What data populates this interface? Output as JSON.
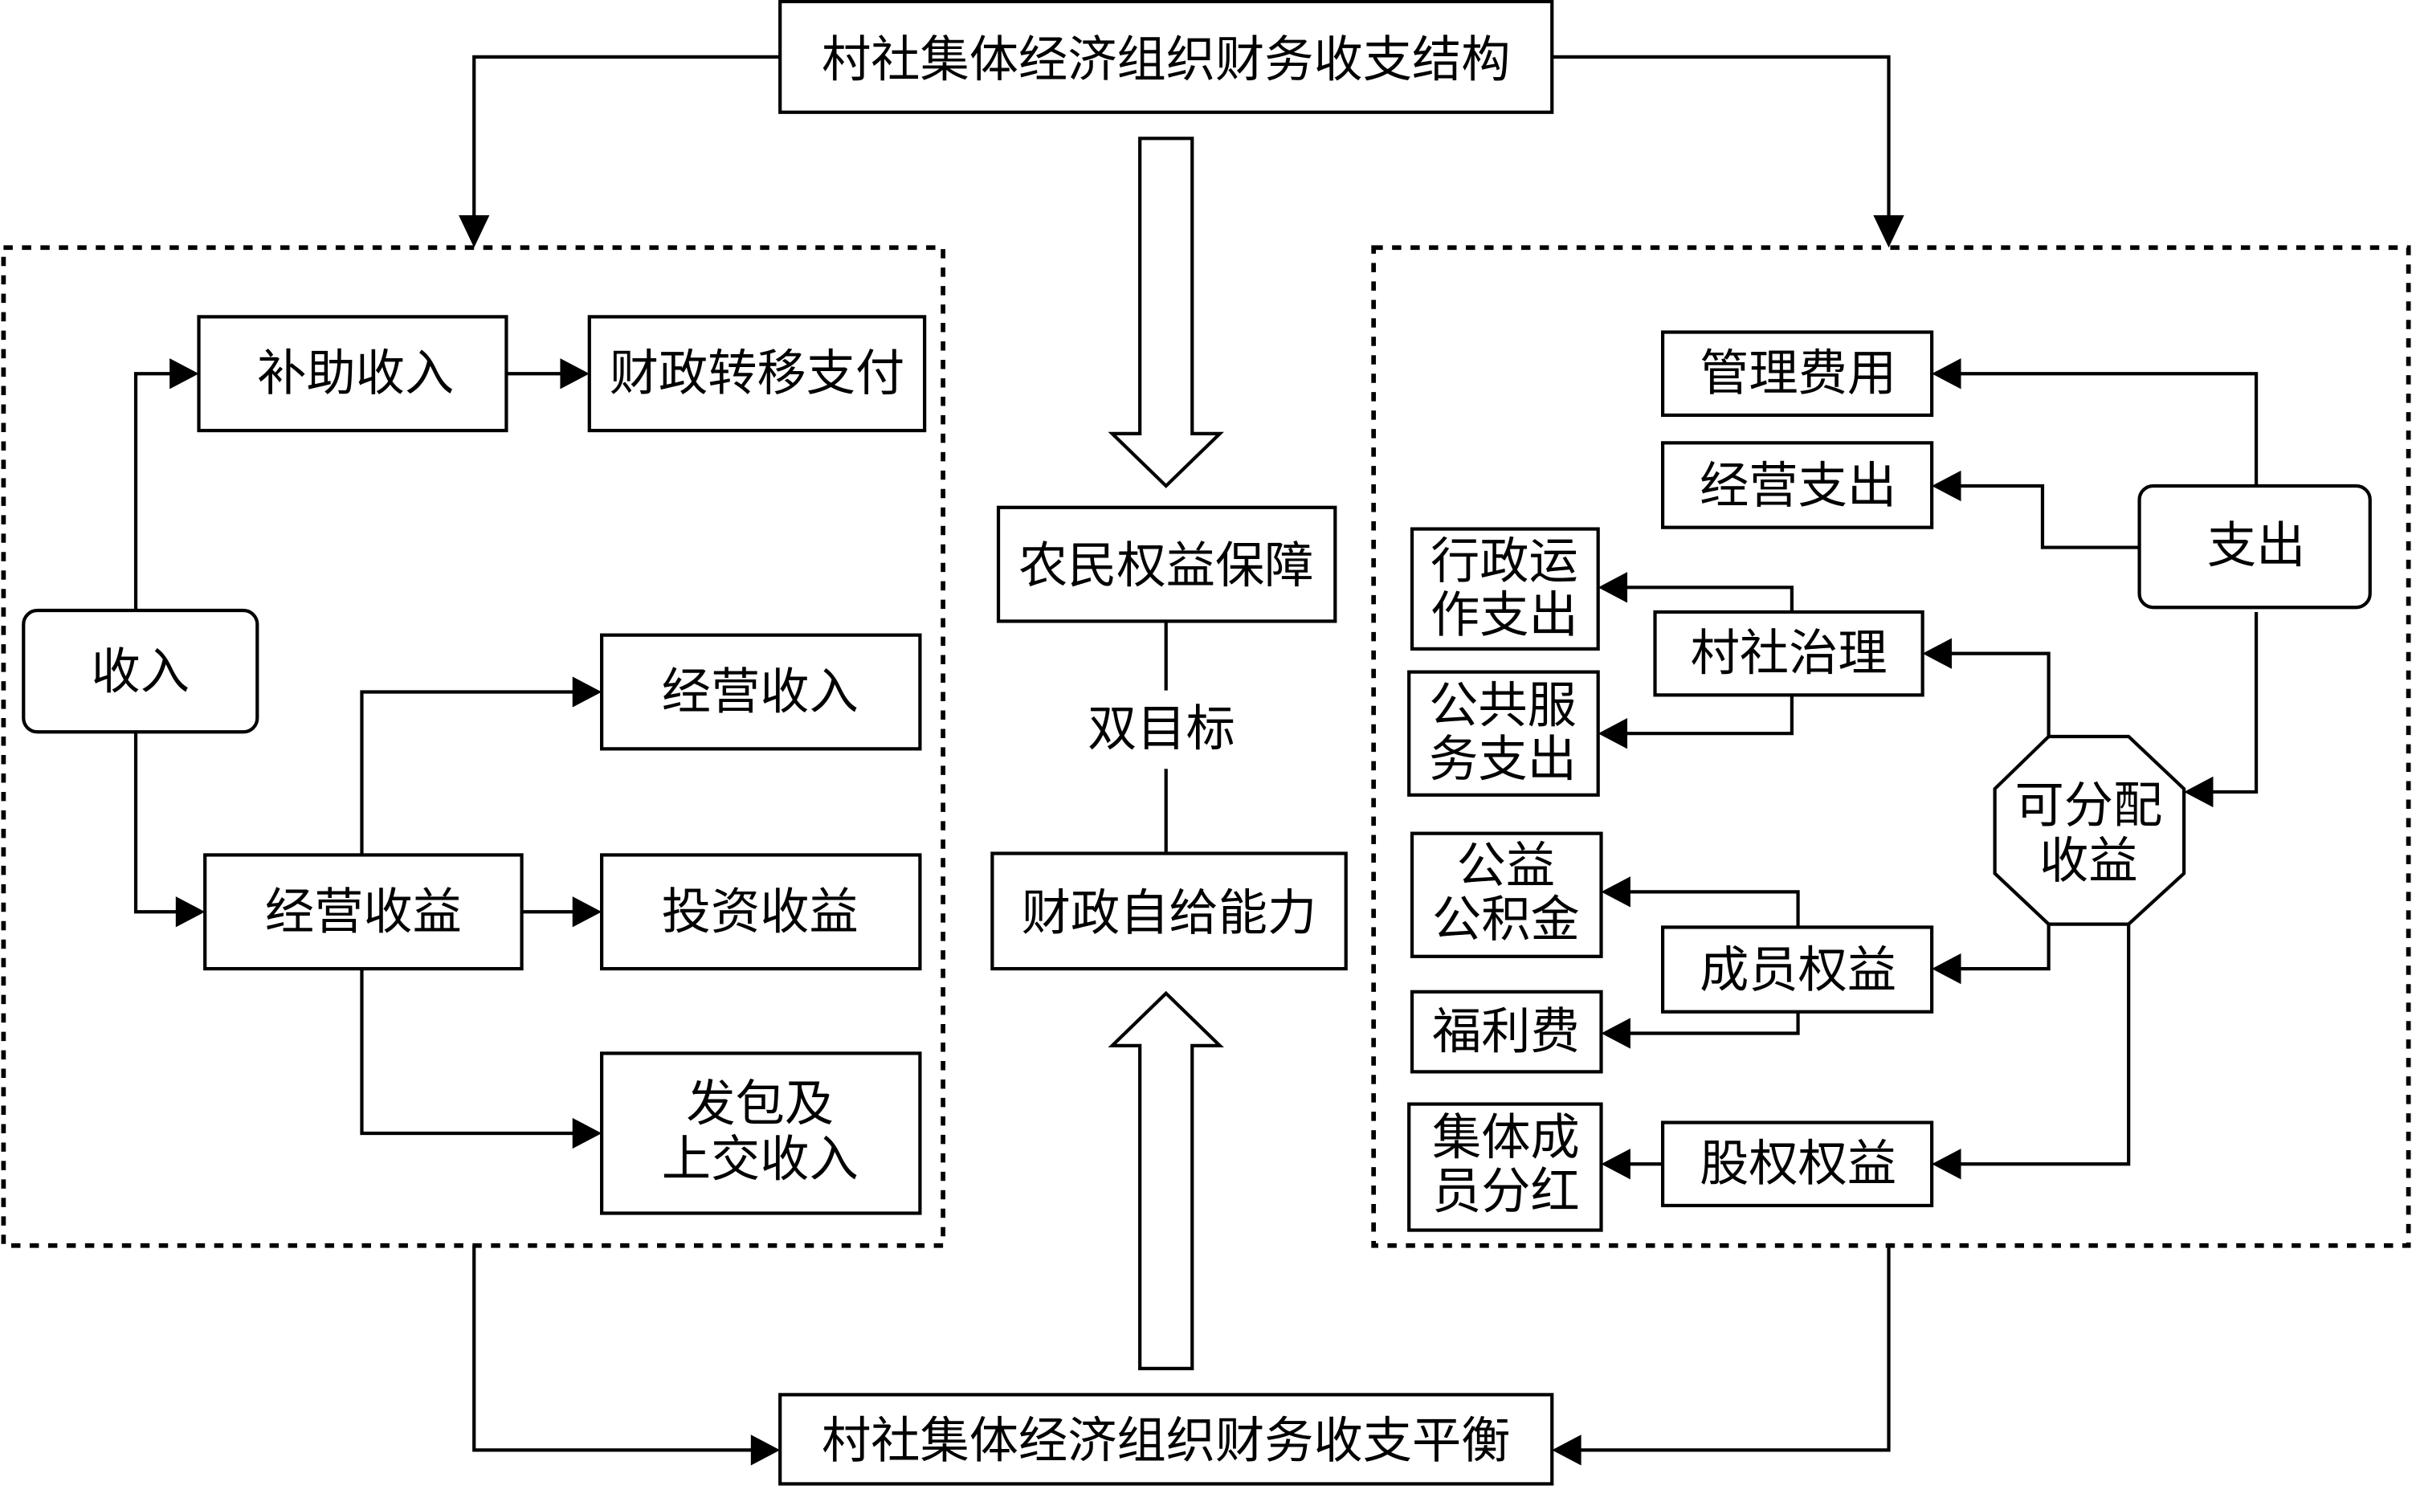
{
  "title_top": "村社集体经济组织财务收支结构",
  "title_bottom": "村社集体经济组织财务收支平衡",
  "center": {
    "goal_top": "农民权益保障",
    "goal_label": "双目标",
    "goal_bottom": "财政自给能力"
  },
  "income": {
    "root": "收入",
    "subsidy": "补助收入",
    "transfer": "财政转移支付",
    "operating_gain": "经营收益",
    "operating_income": "经营收入",
    "investment_gain": "投资收益",
    "contract_line1": "发包及",
    "contract_line2": "上交收入"
  },
  "expense": {
    "root": "支出",
    "management": "管理费用",
    "operating_expense": "经营支出",
    "distributable_line1": "可分配",
    "distributable_line2": "收益",
    "governance": "村社治理",
    "admin_line1": "行政运",
    "admin_line2": "作支出",
    "public_service_line1": "公共服",
    "public_service_line2": "务支出",
    "member_rights": "成员权益",
    "welfare_fund_line1": "公益",
    "welfare_fund_line2": "公积金",
    "welfare_fee": "福利费",
    "equity_rights": "股权权益",
    "dividend_line1": "集体成",
    "dividend_line2": "员分红"
  }
}
